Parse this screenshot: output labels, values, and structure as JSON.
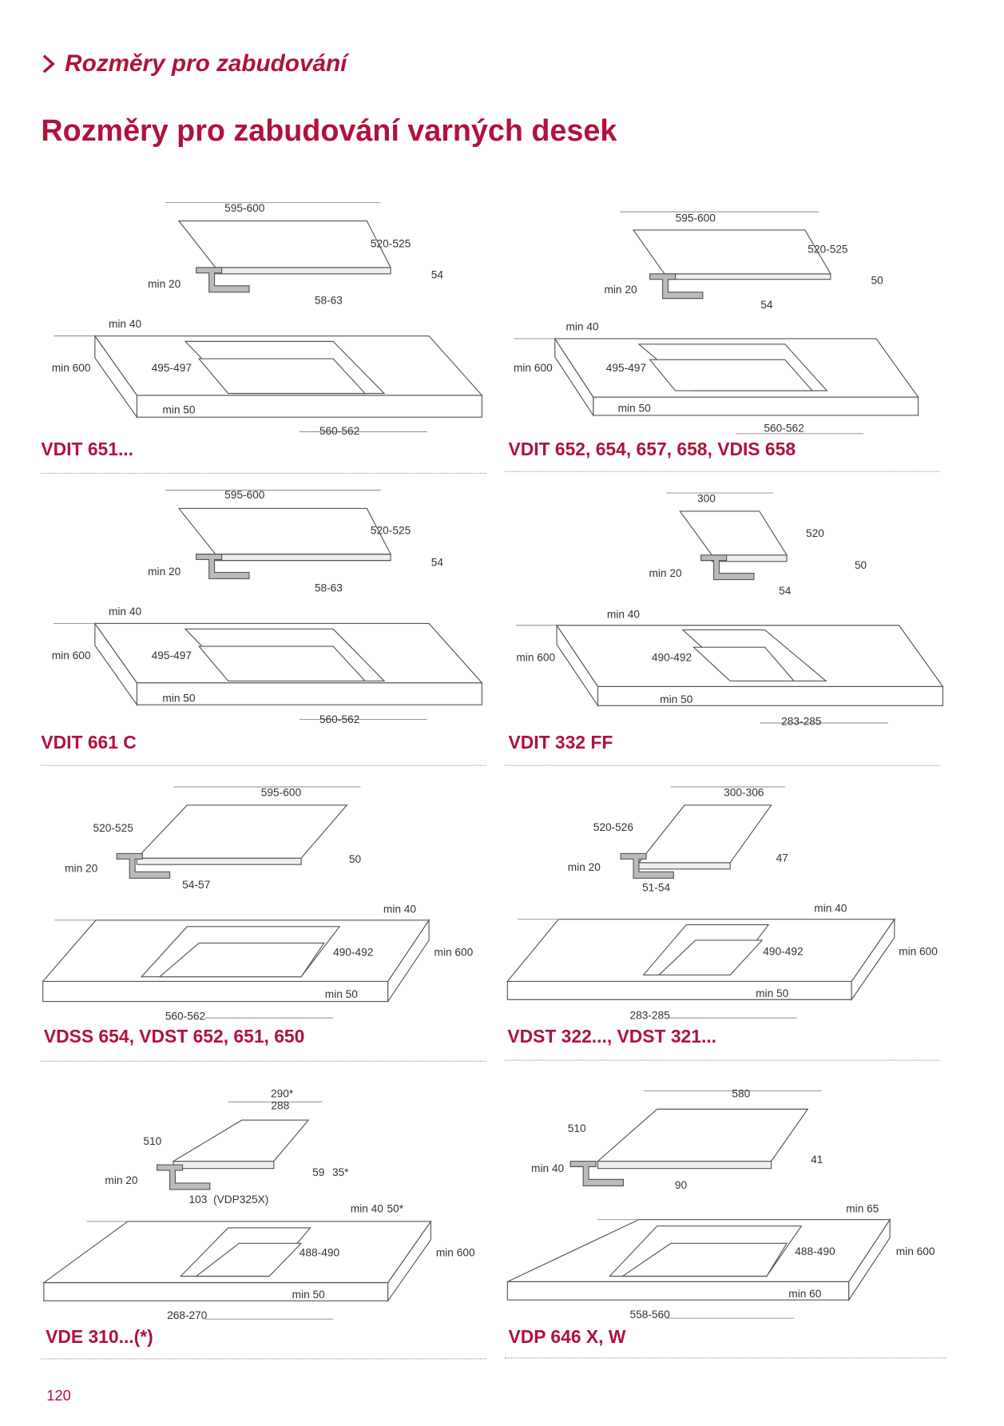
{
  "breadcrumb": {
    "icon": "chevron-right-icon",
    "label": "Rozměry pro zabudování"
  },
  "title": "Rozměry pro zabudování varných desek",
  "accent_color": "#b0123b",
  "panels": [
    {
      "caption": "VDIT 651...",
      "labels": [
        "595-600",
        "520-525",
        "54",
        "min 20",
        "58-63",
        "min 40",
        "min 600",
        "495-497",
        "min 50",
        "560-562"
      ]
    },
    {
      "caption": "VDIT 652, 654, 657, 658, VDIS 658",
      "labels": [
        "595-600",
        "520-525",
        "50",
        "min 20",
        "54",
        "min 40",
        "min 600",
        "495-497",
        "min 50",
        "560-562"
      ]
    },
    {
      "caption": "VDIT 661 C",
      "labels": [
        "595-600",
        "520-525",
        "54",
        "min 20",
        "58-63",
        "min 40",
        "min 600",
        "495-497",
        "min 50",
        "560-562"
      ]
    },
    {
      "caption": "VDIT 332 FF",
      "labels": [
        "300",
        "520",
        "50",
        "min 20",
        "54",
        "min 40",
        "min 600",
        "490-492",
        "min 50",
        "283-285"
      ]
    },
    {
      "caption": "VDSS 654, VDST 652, 651, 650",
      "labels": [
        "595-600",
        "520-525",
        "min 20",
        "50",
        "54-57",
        "min 40",
        "490-492",
        "min 600",
        "min 50",
        "560-562"
      ]
    },
    {
      "caption": "VDST 322..., VDST 321...",
      "labels": [
        "300-306",
        "520-526",
        "min 20",
        "47",
        "51-54",
        "min 40",
        "490-492",
        "min 600",
        "min 50",
        "283-285"
      ]
    },
    {
      "caption": "VDE 310...(*)",
      "labels": [
        "290*",
        "288",
        "510",
        "min 20",
        "59",
        "35*",
        "103",
        "(VDP325X)",
        "min 40",
        "50*",
        "488-490",
        "min 600",
        "min 50",
        "268-270"
      ]
    },
    {
      "caption": "VDP 646 X, W",
      "labels": [
        "580",
        "510",
        "min 40",
        "41",
        "90",
        "min 65",
        "488-490",
        "min 600",
        "min 60",
        "558-560"
      ]
    }
  ],
  "page_number": "120"
}
